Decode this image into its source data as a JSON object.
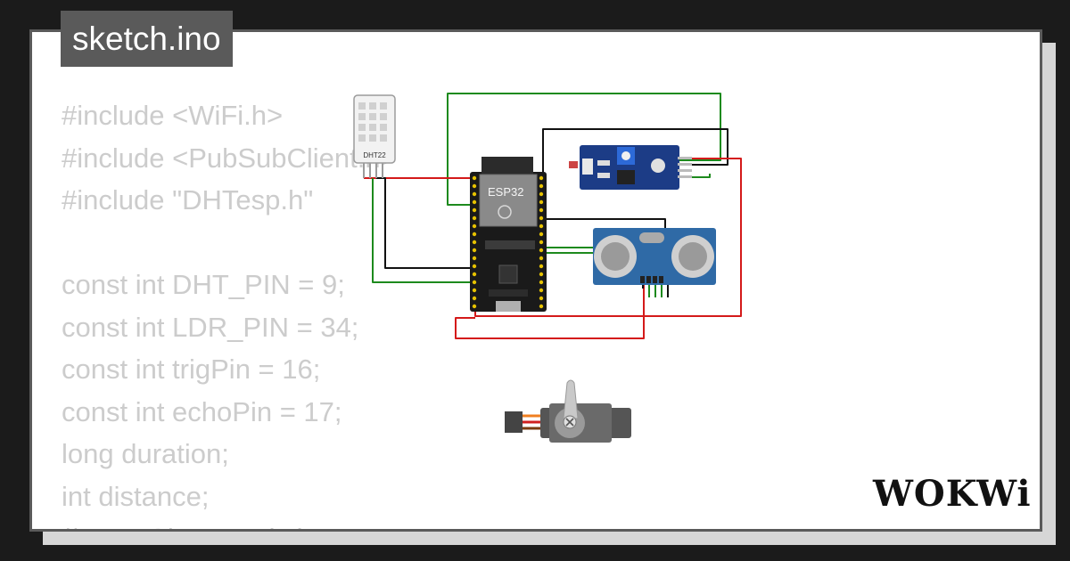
{
  "header": {
    "file_title": "sketch.ino"
  },
  "code_lines": [
    "#include <WiFi.h>",
    "#include <PubSubClient.h>",
    "#include \"DHTesp.h\"",
    "",
    "const int DHT_PIN = 9;",
    "const int LDR_PIN = 34;",
    "const int trigPin = 16;",
    "const int echoPin = 17;",
    "long duration;",
    "int distance;",
    "// LDR Characteristics"
  ],
  "components": {
    "dht22_label": "DHT22",
    "esp32_label": "ESP32"
  },
  "brand": {
    "name": "WOKWi"
  },
  "colors": {
    "background": "#1b1b1b",
    "card": "#ffffff",
    "title_bg": "#5a5a5a",
    "code_text": "#cccccc",
    "wire_red": "#d41a1a",
    "wire_black": "#111111",
    "wire_green": "#1d8a1d"
  }
}
